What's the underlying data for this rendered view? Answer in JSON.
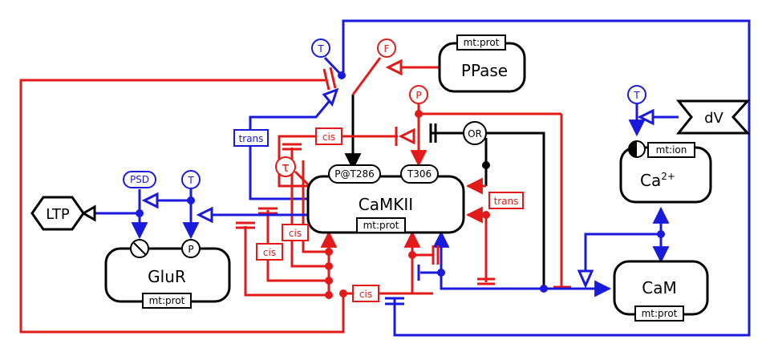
{
  "nodes": {
    "ppase": {
      "label": "PPase",
      "unit": "mt:prot"
    },
    "camkii": {
      "label": "CaMKII",
      "unit": "mt:prot",
      "site1": "P@T286",
      "site2": "T306"
    },
    "glur": {
      "label": "GluR",
      "unit": "mt:prot",
      "site_p": "P"
    },
    "ca": {
      "label": "Ca",
      "superscript": "2+",
      "unit": "mt:ion"
    },
    "cam": {
      "label": "CaM",
      "unit": "mt:prot"
    },
    "ltp": {
      "label": "LTP"
    },
    "dv": {
      "label": "dV"
    }
  },
  "glyphs": {
    "t_top": "T",
    "f_top": "F",
    "p_top": "P",
    "t_glur": "T",
    "psd": "PSD",
    "t_ca": "T",
    "or": "OR",
    "tau": "τ"
  },
  "labels": {
    "trans_blue": "trans",
    "trans_red": "trans",
    "cis_top": "cis",
    "cis_mid": "cis",
    "cis_left": "cis",
    "cis_bottom": "cis"
  },
  "colors": {
    "blue": "#1a1adc",
    "red": "#e31a1a",
    "black": "#000000"
  }
}
